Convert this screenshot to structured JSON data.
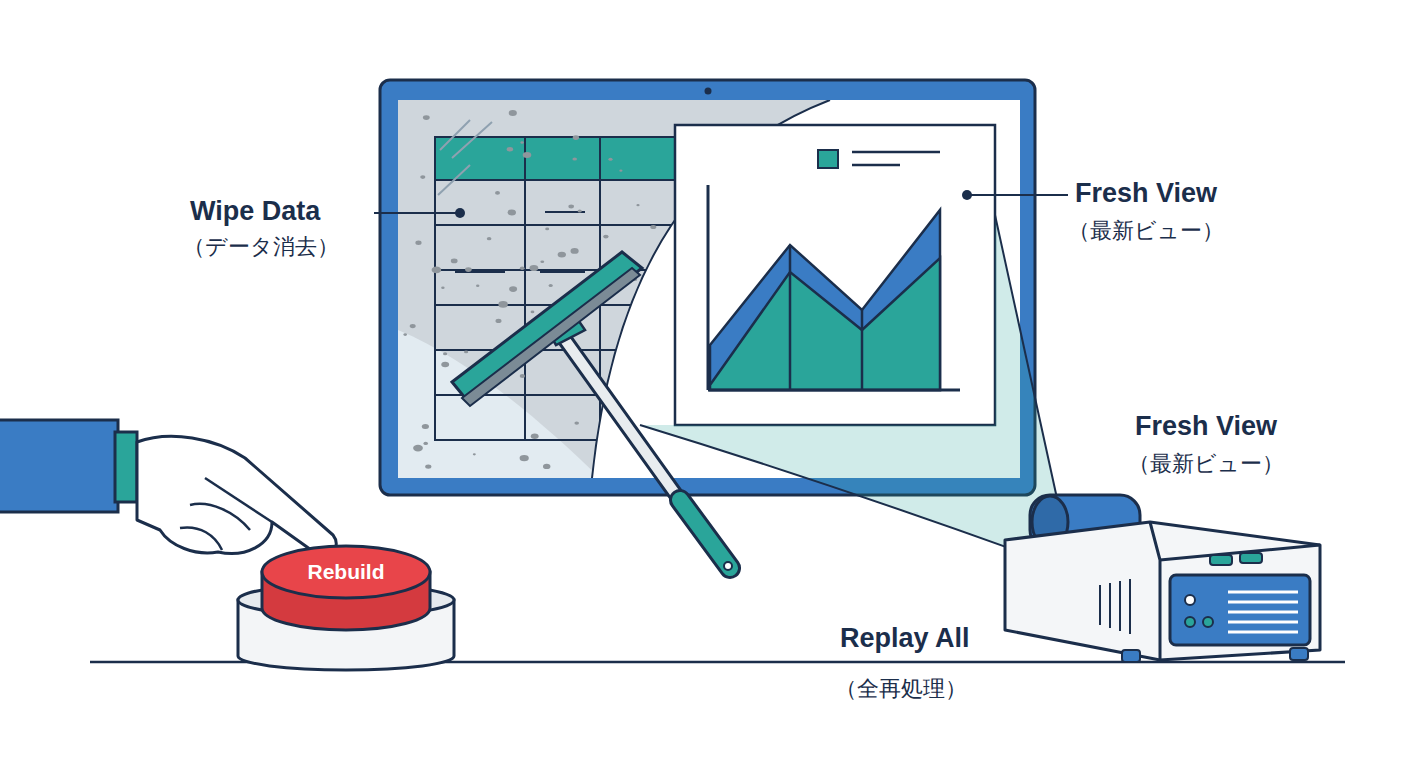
{
  "diagram": {
    "nodes": [
      {
        "text": [
          "Rebuild"
        ]
      }
    ],
    "labels": [
      "Wipe Data",
      "（データ消去）",
      "Fresh View",
      "（最新ビュー）",
      "Fresh View",
      "（最新ビュー）",
      "Replay All",
      "（全再処理）"
    ]
  }
}
